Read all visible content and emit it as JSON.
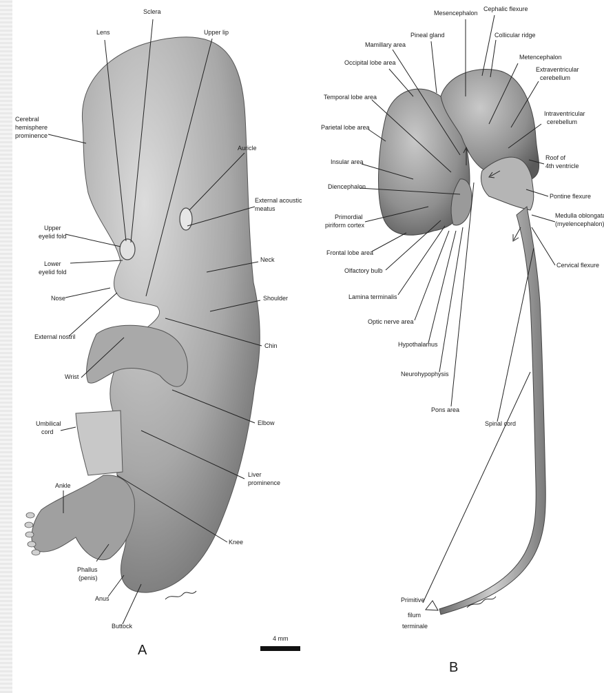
{
  "figure_a": {
    "panel_label": "A",
    "labels": {
      "lens": "Lens",
      "sclera": "Sclera",
      "upper_lip": "Upper lip",
      "cerebral_1": "Cerebral",
      "cerebral_2": "hemisphere",
      "cerebral_3": "prominence",
      "auricle": "Auricle",
      "ext_acoustic_1": "External acoustic",
      "ext_acoustic_2": "meatus",
      "upper_eyelid_1": "Upper",
      "upper_eyelid_2": "eyelid fold",
      "lower_eyelid_1": "Lower",
      "lower_eyelid_2": "eyelid fold",
      "neck": "Neck",
      "nose": "Nose",
      "shoulder": "Shoulder",
      "external_nostril": "External nostril",
      "chin": "Chin",
      "wrist": "Wrist",
      "elbow": "Elbow",
      "umbilical_1": "Umbilical",
      "umbilical_2": "cord",
      "liver_1": "Liver",
      "liver_2": "prominence",
      "ankle": "Ankle",
      "knee": "Knee",
      "phallus_1": "Phallus",
      "phallus_2": "(penis)",
      "anus": "Anus",
      "buttock": "Buttock"
    },
    "scale_bar_label": "4 mm"
  },
  "figure_b": {
    "panel_label": "B",
    "labels": {
      "mesencephalon": "Mesencephalon",
      "cephalic_flexure": "Cephalic flexure",
      "pineal_gland": "Pineal gland",
      "collicular_ridge": "Collicular ridge",
      "mamillary_area": "Mamillary area",
      "metencephalon": "Metencephalon",
      "extraventricular_1": "Extraventricular",
      "extraventricular_2": "cerebellum",
      "occipital_lobe": "Occipital lobe area",
      "temporal_lobe": "Temporal lobe area",
      "intraventricular_1": "Intraventricular",
      "intraventricular_2": "cerebellum",
      "parietal_lobe": "Parietal lobe area",
      "roof_1": "Roof of",
      "roof_2": "4th ventricle",
      "insular_area": "Insular area",
      "diencephalon": "Diencephalon",
      "pontine_flexure": "Pontine flexure",
      "primordial_1": "Primordial",
      "primordial_2": "piriform cortex",
      "medulla_1": "Medulla oblongata",
      "medulla_2": "(myelencephalon)",
      "frontal_lobe": "Frontal lobe area",
      "olfactory_bulb": "Olfactory bulb",
      "cervical_flexure": "Cervical flexure",
      "lamina_terminalis": "Lamina terminalis",
      "optic_nerve": "Optic nerve area",
      "hypothalamus": "Hypothalamus",
      "neurohypophysis": "Neurohypophysis",
      "pons_area": "Pons area",
      "spinal_cord": "Spinal cord",
      "filum_1": "Primitive",
      "filum_2": "filum",
      "filum_3": "terminale"
    }
  },
  "colors": {
    "tissue_dark": "#8a8a8a",
    "tissue_light": "#d8d8d8",
    "ink": "#1a1a1a"
  }
}
